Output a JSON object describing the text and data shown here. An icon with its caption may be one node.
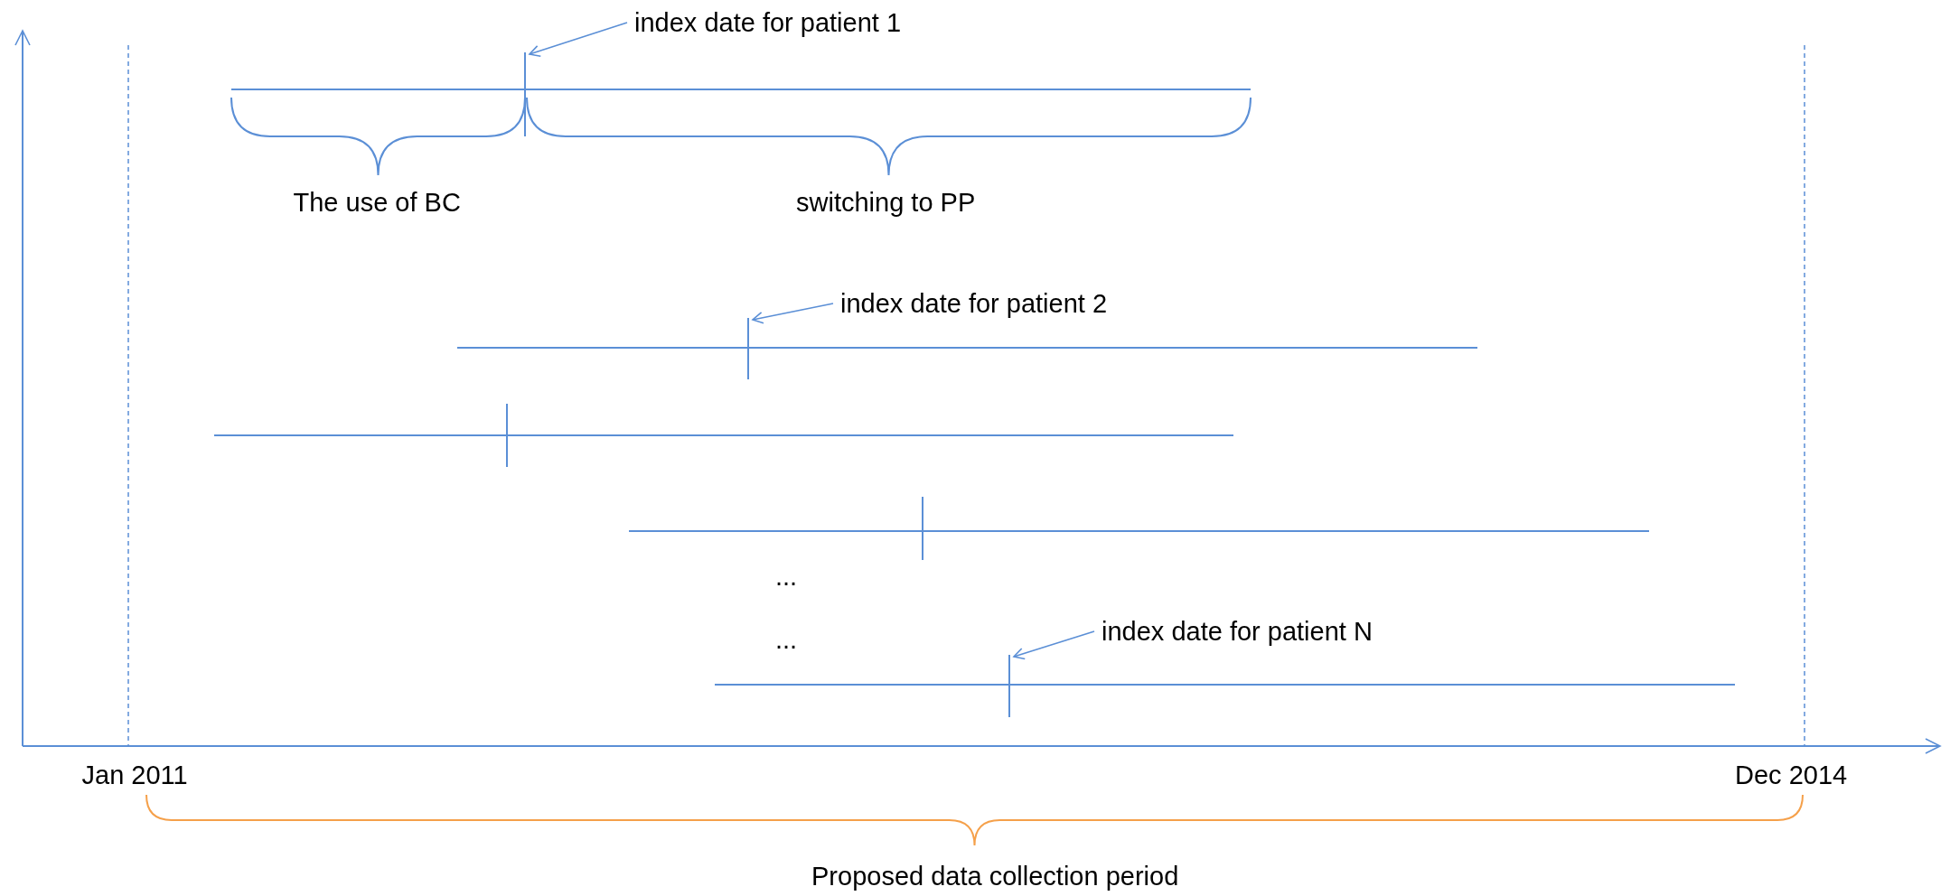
{
  "diagram": {
    "nodes": [
      {
        "text": [
          "index date for patient 1"
        ]
      },
      {
        "text": [],
        "shape": "bar"
      },
      {
        "text": [
          "index date for patient 2"
        ]
      },
      {
        "text": [],
        "shape": "bar"
      },
      {
        "text": [
          "index date for patient N"
        ]
      },
      {
        "text": [],
        "shape": "bar"
      }
    ],
    "edges": [
      {
        "from": 0,
        "to": 1,
        "arrow": "to"
      },
      {
        "from": 2,
        "to": 3,
        "arrow": "to"
      },
      {
        "from": 4,
        "to": 5,
        "arrow": "to"
      }
    ],
    "labels": [
      "The use of BC",
      "switching to PP",
      "...",
      "...",
      "Jan 2011",
      "Dec 2014",
      "Proposed data collection period"
    ]
  }
}
